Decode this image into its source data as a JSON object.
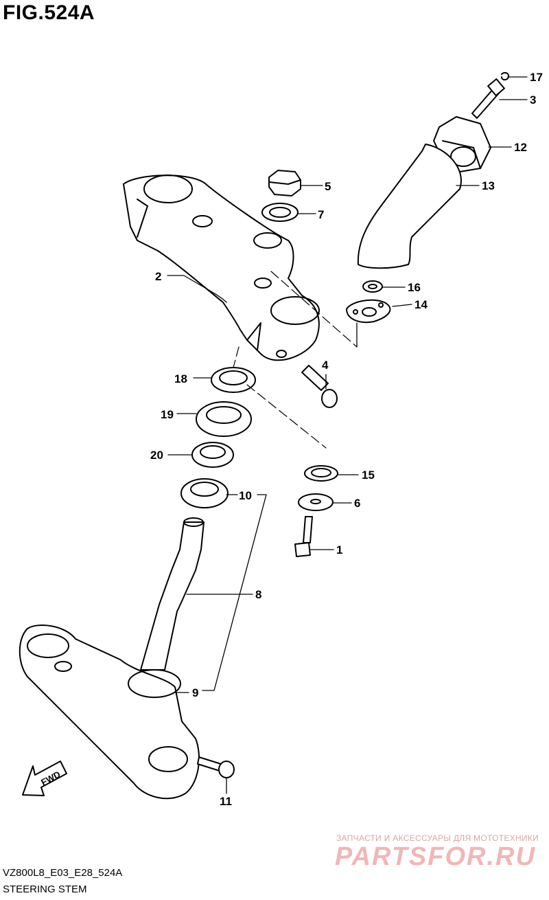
{
  "figure": {
    "title": "FIG.524A",
    "code": "VZ800L8_E03_E28_524A",
    "caption": "STEERING STEM"
  },
  "direction_arrow": {
    "label": "FWD"
  },
  "callouts": {
    "c1": "1",
    "c2": "2",
    "c3": "3",
    "c4": "4",
    "c5": "5",
    "c6": "6",
    "c7": "7",
    "c8": "8",
    "c9": "9",
    "c10": "10",
    "c11": "11",
    "c12": "12",
    "c13": "13",
    "c14": "14",
    "c15": "15",
    "c16": "16",
    "c17": "17",
    "c18": "18",
    "c19": "19",
    "c20": "20"
  },
  "watermark": {
    "tagline": "ЗАПЧАСТИ И АКСЕССУАРЫ ДЛЯ МОТОТЕХНИКИ",
    "logo": "PARTSFOR.RU"
  }
}
